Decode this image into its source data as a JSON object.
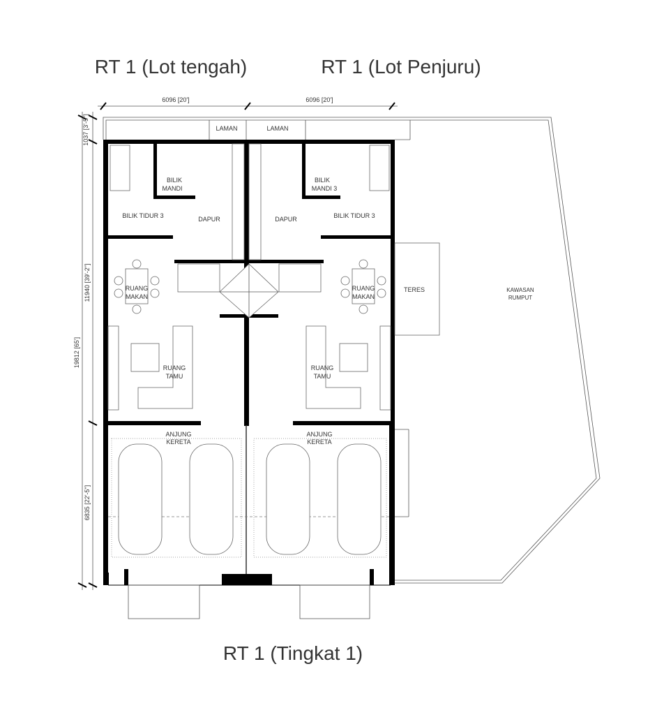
{
  "titles": {
    "left_unit": "RT 1 (Lot tengah)",
    "right_unit": "RT 1 (Lot Penjuru)",
    "floor": "RT 1 (Tingkat 1)"
  },
  "dimensions": {
    "width_left": "6096 [20']",
    "width_right": "6096 [20']",
    "rear_setback": "1037 [3'-5\"]",
    "house_depth": "11940 [39'-2\"]",
    "total_depth": "19812 [65']",
    "porch_depth": "6835 [22'-5\"]"
  },
  "rooms": {
    "laman_left": "LAMAN",
    "laman_right": "LAMAN",
    "bilik_mandi_left": [
      "BILIK",
      "MANDI"
    ],
    "bilik_mandi_right": [
      "BILIK",
      "MANDI 3"
    ],
    "bilik_tidur_left": "BILIK TIDUR 3",
    "bilik_tidur_right": "BILIK TIDUR 3",
    "dapur_left": "DAPUR",
    "dapur_right": "DAPUR",
    "ruang_makan_left": [
      "RUANG",
      "MAKAN"
    ],
    "ruang_makan_right": [
      "RUANG",
      "MAKAN"
    ],
    "ruang_tamu_left": [
      "RUANG",
      "TAMU"
    ],
    "ruang_tamu_right": [
      "RUANG",
      "TAMU"
    ],
    "anjung_kereta_left": [
      "ANJUNG",
      "KERETA"
    ],
    "anjung_kereta_right": [
      "ANJUNG",
      "KERETA"
    ],
    "teres": "TERES",
    "kawasan_rumput": [
      "KAWASAN",
      "RUMPUT"
    ]
  }
}
